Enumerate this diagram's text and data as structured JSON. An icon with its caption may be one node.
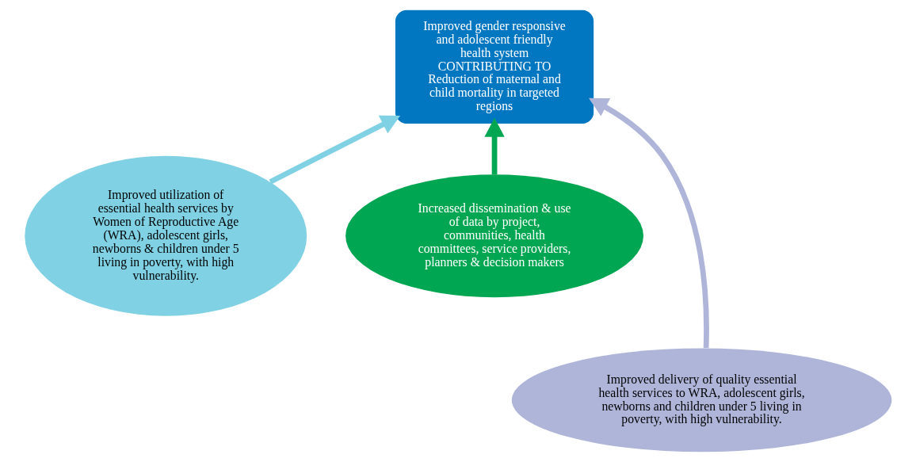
{
  "diagram": {
    "nodes": [
      {
        "text": [
          "Improved gender responsive and adolescent friendly health system",
          "CONTRIBUTING TO",
          "Reduction of maternal and child mortality in targeted regions"
        ]
      },
      {
        "text": [
          "Improved utilization of essential health services by Women of Reproductive Age (WRA), adolescent girls, newborns & children under 5 living in poverty, with high vulnerability."
        ]
      },
      {
        "text": [
          "Increased dissemination & use of data by project, communities, health committees, service providers, planners & decision makers"
        ]
      },
      {
        "text": [
          "Improved delivery of quality essential health services to WRA, adolescent girls, newborns and children under 5 living in poverty, with high vulnerability."
        ]
      }
    ],
    "edges": [
      {
        "from": 1,
        "to": 0,
        "arrow": "to",
        "color": "#7fd1e3"
      },
      {
        "from": 2,
        "to": 0,
        "arrow": "to",
        "color": "#00a651"
      },
      {
        "from": 3,
        "to": 0,
        "arrow": "to",
        "color": "#aeb5d9"
      }
    ]
  }
}
